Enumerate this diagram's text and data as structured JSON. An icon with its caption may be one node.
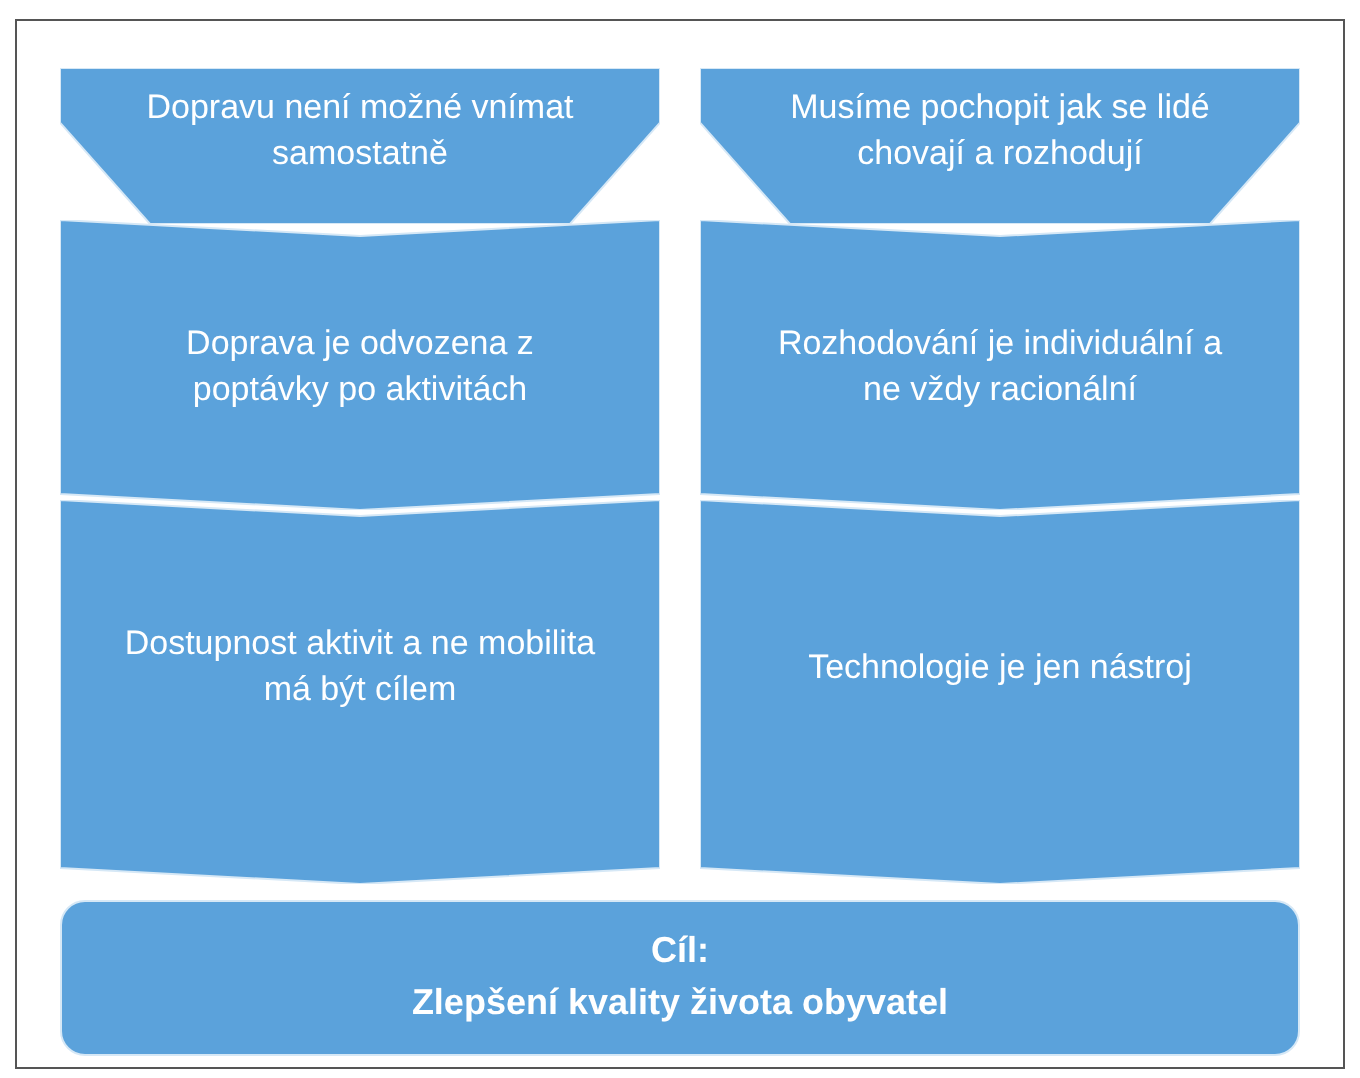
{
  "diagram": {
    "nodes": [
      {
        "text": [
          "Dopravu není možné vnímat samostatně"
        ]
      },
      {
        "text": [
          "Musíme pochopit jak se lidé chovají a rozhodují"
        ]
      },
      {
        "text": [
          "Doprava je odvozena z poptávky po aktivitách"
        ]
      },
      {
        "text": [
          "Rozhodování je individuální a ne vždy racionální"
        ]
      },
      {
        "text": [
          "Dostupnost aktivit a ne mobilita má být cílem"
        ]
      },
      {
        "text": [
          "Technologie je jen nástroj"
        ]
      },
      {
        "text": [
          "Cíl:",
          "Zlepšení kvality života obyvatel"
        ]
      }
    ]
  }
}
